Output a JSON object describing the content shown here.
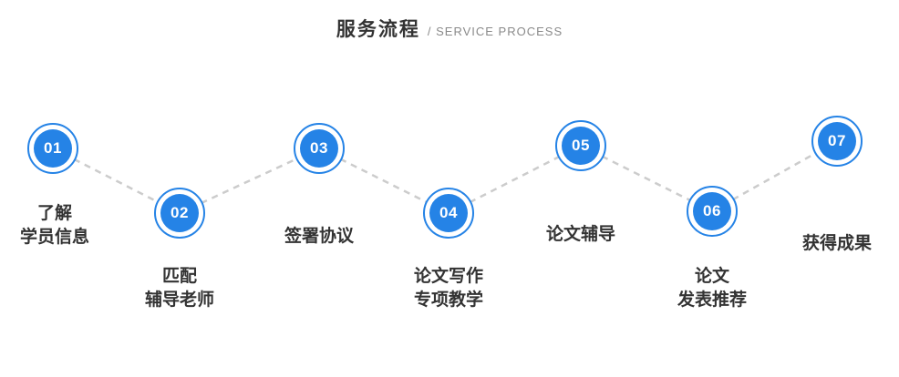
{
  "header": {
    "title": "服务流程",
    "subtitle": "/ SERVICE PROCESS"
  },
  "steps": [
    {
      "number": "01",
      "line1": "了解",
      "line2": "学员信息"
    },
    {
      "number": "02",
      "line1": "匹配",
      "line2": "辅导老师"
    },
    {
      "number": "03",
      "line1": "签署协议"
    },
    {
      "number": "04",
      "line1": "论文写作",
      "line2": "专项教学"
    },
    {
      "number": "05",
      "line1": "论文辅导"
    },
    {
      "number": "06",
      "line1": "论文",
      "line2": "发表推荐"
    },
    {
      "number": "07",
      "line1": "获得成果"
    }
  ],
  "colors": {
    "accent": "#2583e6",
    "connector": "#cccccc"
  }
}
